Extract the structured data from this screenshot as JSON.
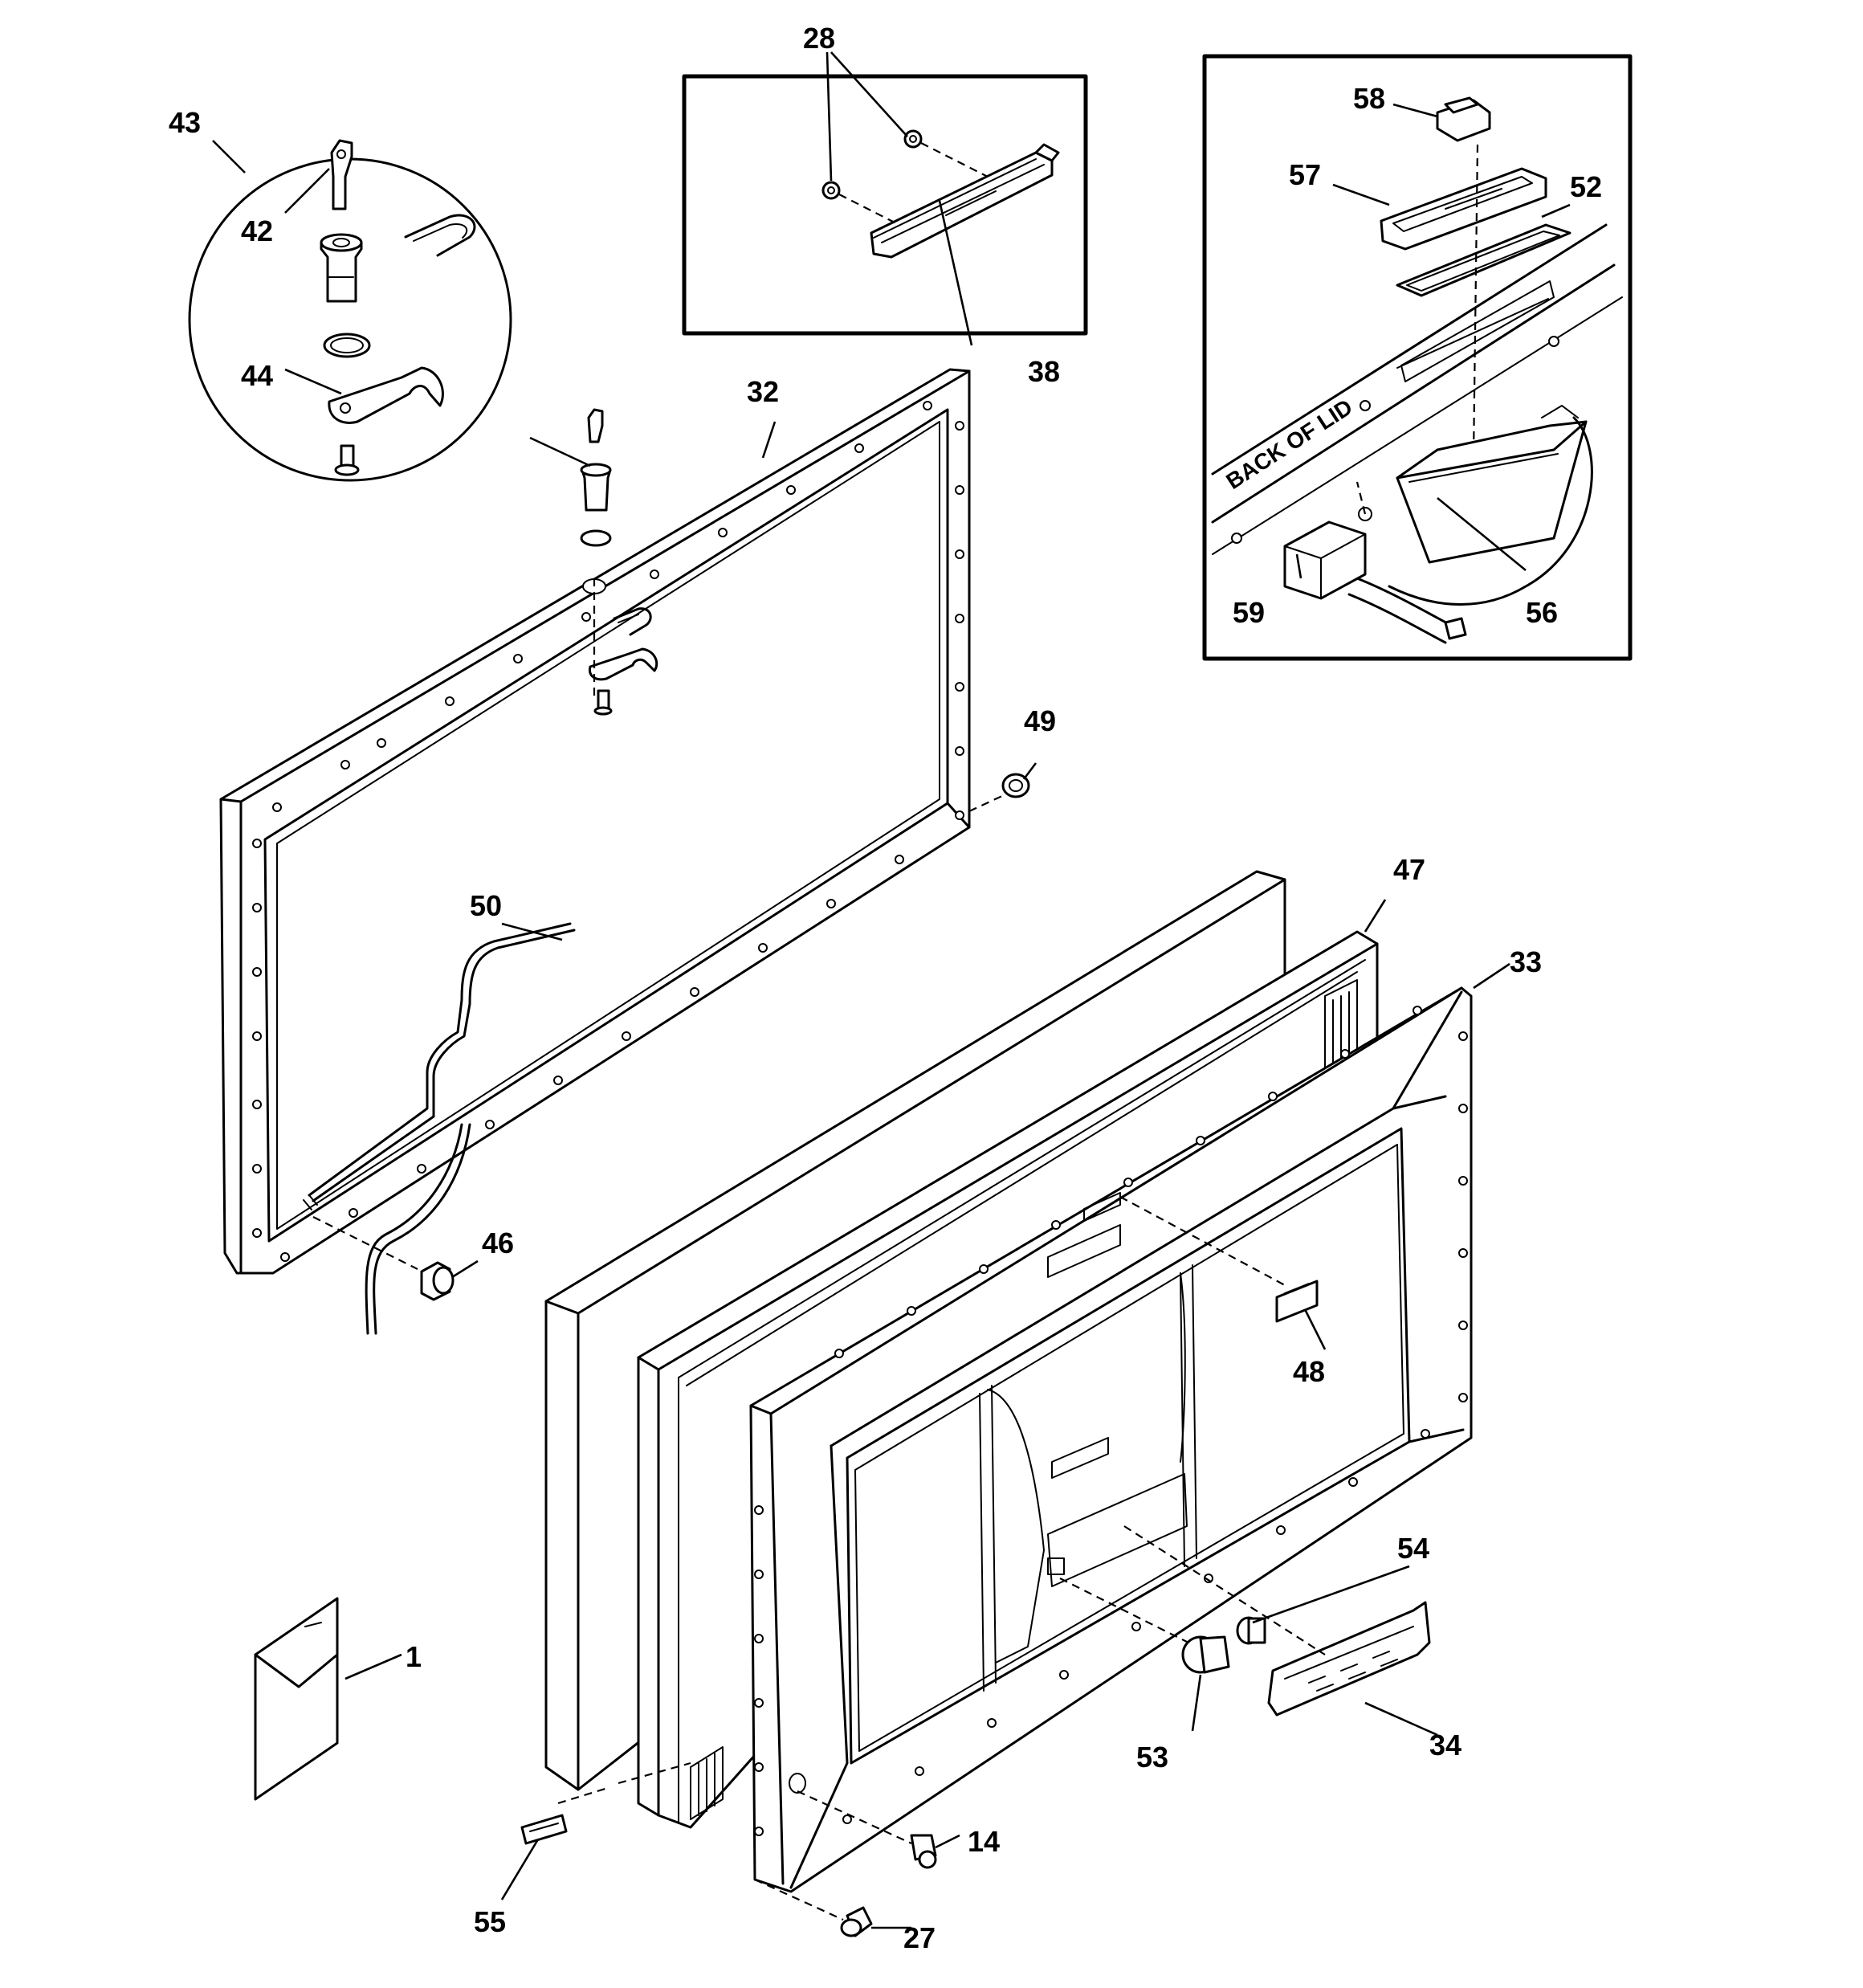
{
  "labels": {
    "p1": "1",
    "p14": "14",
    "p27": "27",
    "p28": "28",
    "p32": "32",
    "p33": "33",
    "p34": "34",
    "p38": "38",
    "p42": "42",
    "p43": "43",
    "p44": "44",
    "p46": "46",
    "p47": "47",
    "p48": "48",
    "p49": "49",
    "p50": "50",
    "p52": "52",
    "p53": "53",
    "p54": "54",
    "p55": "55",
    "p56": "56",
    "p57": "57",
    "p58": "58",
    "p59": "59"
  },
  "lid_text": "BACK OF LID"
}
